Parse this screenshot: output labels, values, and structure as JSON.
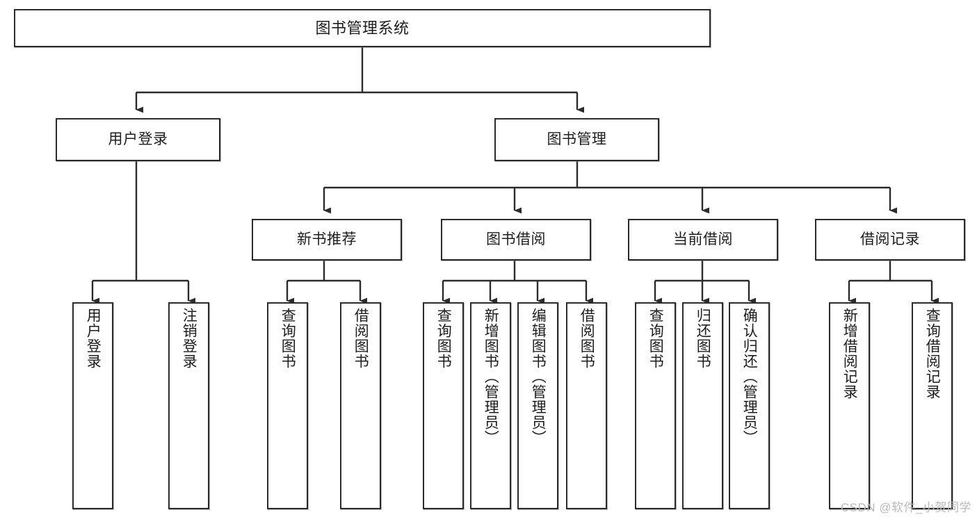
{
  "diagram": {
    "title": "图书管理系统",
    "type": "tree",
    "watermark": "CSDN @软件_小贺同学",
    "colors": {
      "stroke": "#2b2b2b",
      "fill": "#ffffff",
      "text": "#1d1d1d",
      "watermark": "#b9b9b9"
    },
    "levels": {
      "root": {
        "label": "图书管理系统"
      },
      "level2": [
        {
          "label": "用户登录"
        },
        {
          "label": "图书管理"
        }
      ],
      "level3": [
        {
          "label": "新书推荐"
        },
        {
          "label": "图书借阅"
        },
        {
          "label": "当前借阅"
        },
        {
          "label": "借阅记录"
        }
      ],
      "leaves_user_login": [
        {
          "label": "用户登录"
        },
        {
          "label": "注销登录"
        }
      ],
      "leaves_new_book": [
        {
          "label": "查询图书"
        },
        {
          "label": "借阅图书"
        }
      ],
      "leaves_borrow": [
        {
          "label": "查询图书"
        },
        {
          "label": "新增图书（管理员）"
        },
        {
          "label": "编辑图书（管理员）"
        },
        {
          "label": "借阅图书"
        }
      ],
      "leaves_current": [
        {
          "label": "查询图书"
        },
        {
          "label": "归还图书"
        },
        {
          "label": "确认归还（管理员）"
        }
      ],
      "leaves_record": [
        {
          "label": "新增借阅记录"
        },
        {
          "label": "查询借阅记录"
        }
      ]
    }
  }
}
